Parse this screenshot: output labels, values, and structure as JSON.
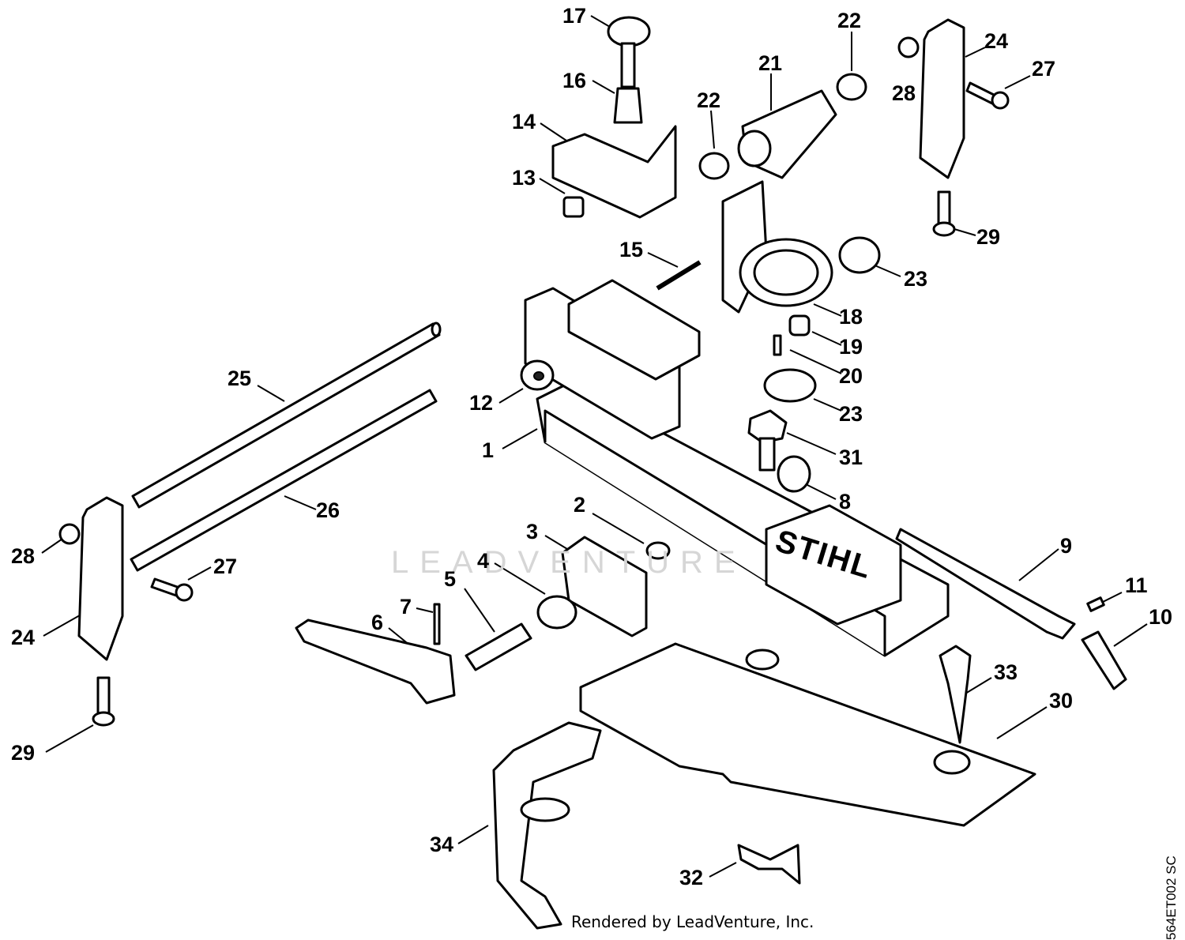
{
  "callouts": [
    "17",
    "16",
    "14",
    "13",
    "22",
    "21",
    "22",
    "24",
    "28",
    "27",
    "29",
    "15",
    "23",
    "18",
    "19",
    "20",
    "23",
    "31",
    "8",
    "12",
    "25",
    "1",
    "26",
    "2",
    "3",
    "4",
    "5",
    "7",
    "6",
    "28",
    "27",
    "24",
    "29",
    "9",
    "11",
    "10",
    "33",
    "30",
    "34",
    "32"
  ],
  "watermark": "LEADVENTURE",
  "footer": "Rendered by LeadVenture, Inc.",
  "figure_code": "564ET002 SC",
  "logo": "STIHL"
}
